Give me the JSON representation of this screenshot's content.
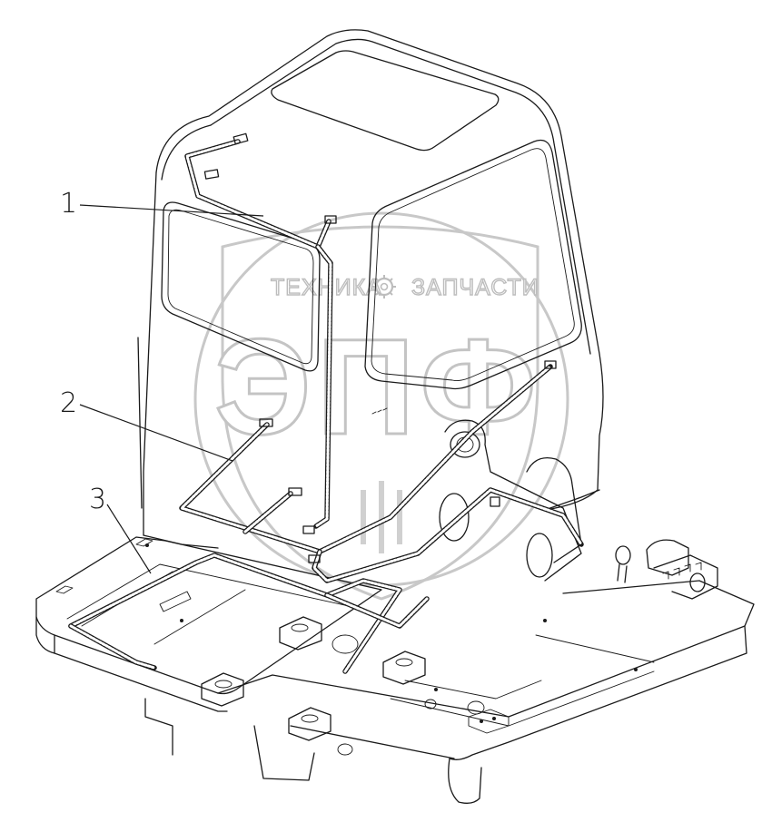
{
  "callouts": [
    {
      "id": "1",
      "label": "1"
    },
    {
      "id": "2",
      "label": "2"
    },
    {
      "id": "3",
      "label": "3"
    }
  ],
  "watermark": {
    "left_word": "ТЕХНИКА",
    "right_word": "ЗАПЧАСТИ",
    "logo_letters": "ЭПФ",
    "gear_icon": "gear-icon"
  },
  "colors": {
    "line": "#1a1a1a",
    "watermark": "#c4c4c4",
    "background": "#ffffff"
  }
}
